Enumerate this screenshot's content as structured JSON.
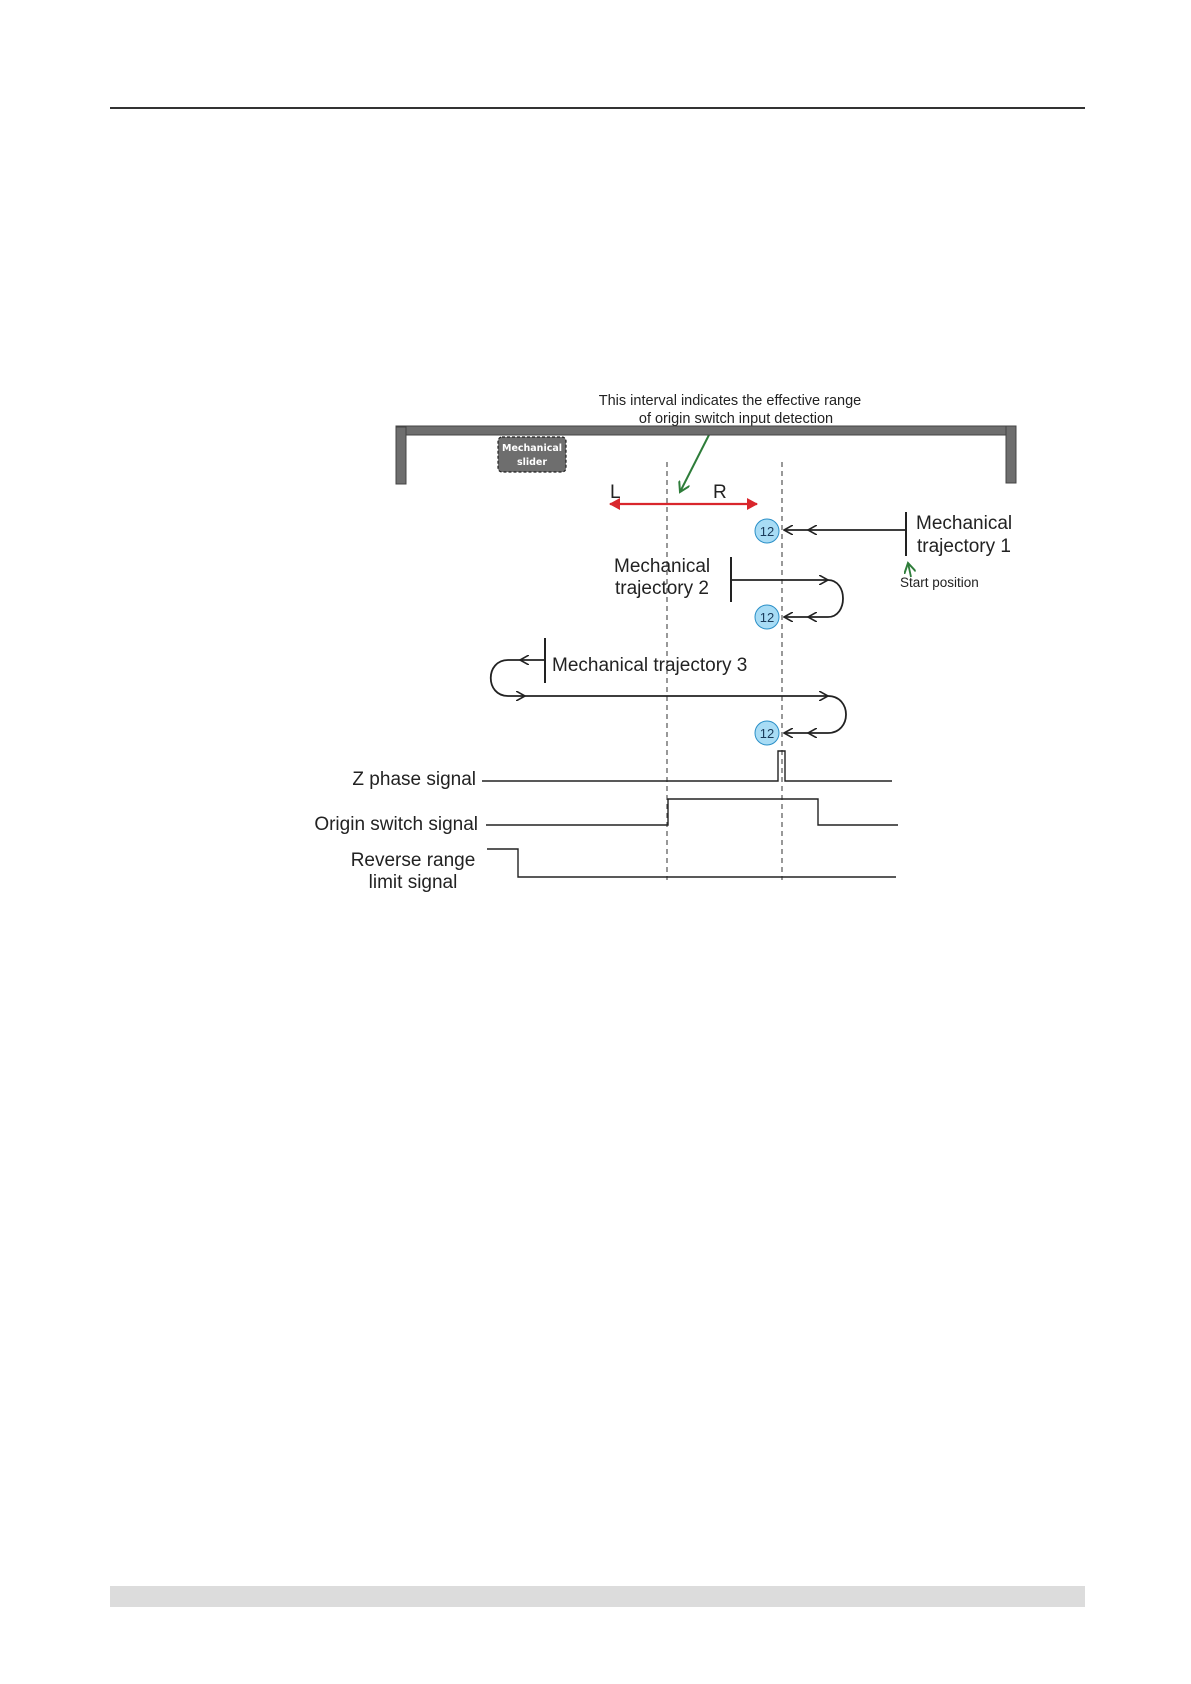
{
  "diagram": {
    "interval_note": {
      "line1": "This interval indicates the  effective range",
      "line2": "of origin switch input  detection"
    },
    "slider": {
      "line1": "Mechanical",
      "line2": "slider"
    },
    "range_labels": {
      "left": "L",
      "right": "R"
    },
    "trajectory_1": {
      "line1": "Mechanical",
      "line2": "trajectory 1",
      "start": "Start position"
    },
    "trajectory_2": {
      "line1": "Mechanical",
      "line2": "trajectory 2"
    },
    "trajectory_3": {
      "label": "Mechanical trajectory 3"
    },
    "badge_number": "12",
    "signals": {
      "z_phase": "Z phase signal",
      "origin_switch": "Origin switch signal",
      "reverse_limit_line1": "Reverse range",
      "reverse_limit_line2": "limit signal"
    },
    "colors": {
      "rail": "#6e6e6e",
      "red_arrow": "#d9262c",
      "green_arrow": "#2e7d3a",
      "badge_fill": "#a8dcf5",
      "badge_stroke": "#2a8fc7",
      "slider_fill": "#6e6e6e"
    }
  }
}
